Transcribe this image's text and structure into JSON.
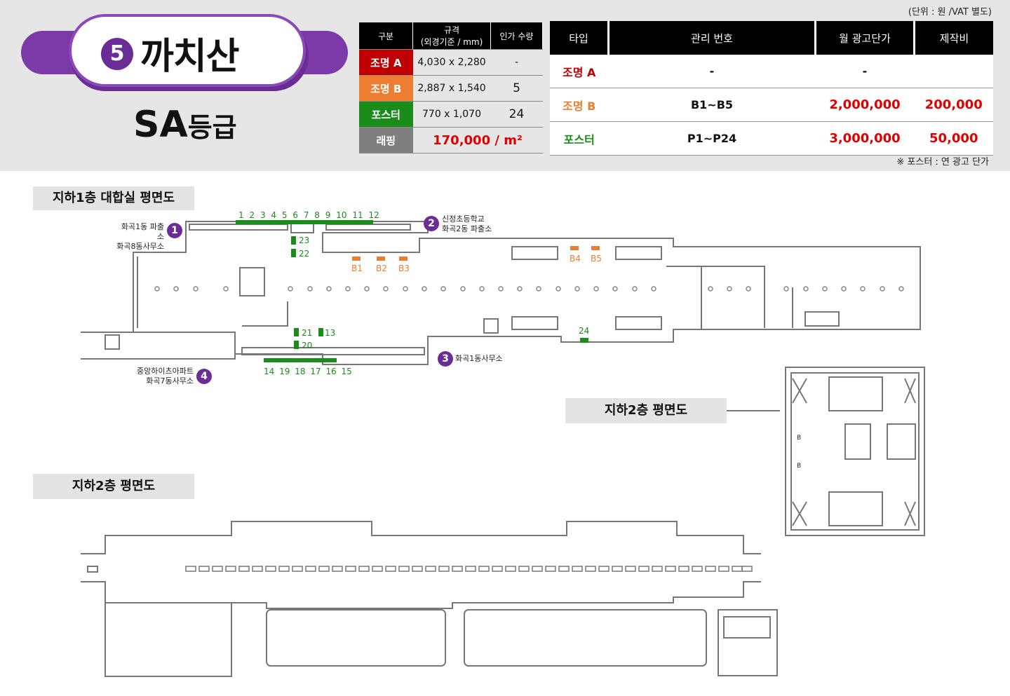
{
  "header": {
    "unit_note": "(단위 : 원 /VAT 별도)",
    "station_number": "5",
    "station_name": "까치산",
    "grade_prefix": "SA",
    "grade_suffix": "등급",
    "foot_note": "※ 포스터 : 연 광고 단가"
  },
  "spec_table": {
    "headers": [
      "구분",
      "규격",
      "(외경기준 / mm)",
      "인가 수량"
    ],
    "rows": [
      {
        "label": "조명 A",
        "size": "4,030 x 2,280",
        "qty": "-",
        "color": "#c00000"
      },
      {
        "label": "조명 B",
        "size": "2,887 x 1,540",
        "qty": "5",
        "color": "#ed7d31"
      },
      {
        "label": "포스터",
        "size": "770 x 1,070",
        "qty": "24",
        "color": "#1a8c1a"
      }
    ],
    "wrapping": {
      "label": "래핑",
      "price": "170,000 / m²",
      "color": "#7f7f7f"
    }
  },
  "price_table": {
    "headers": [
      "타입",
      "관리 번호",
      "월 광고단가",
      "제작비"
    ],
    "rows": [
      {
        "type": "조명 A",
        "code": "-",
        "monthly": "-",
        "production": "",
        "color": "#c00000"
      },
      {
        "type": "조명 B",
        "code": "B1~B5",
        "monthly": "2,000,000",
        "production": "200,000",
        "color": "#ed7d31"
      },
      {
        "type": "포스터",
        "code": "P1~P24",
        "monthly": "3,000,000",
        "production": "50,000",
        "color": "#1a8c1a"
      }
    ]
  },
  "plans": {
    "b1_title": "지하1층 대합실 평면도",
    "b2_title_small": "지하2층 평면도",
    "b2_title_large": "지하2층 평면도",
    "exits": [
      {
        "num": "1",
        "line1": "화곡1동 파출소",
        "line2": "화곡8동사무소"
      },
      {
        "num": "2",
        "line1": "신정초등학교",
        "line2": "화곡2동 파출소"
      },
      {
        "num": "3",
        "line1": "화곡1동사무소",
        "line2": ""
      },
      {
        "num": "4",
        "line1": "중앙하이츠아파트",
        "line2": "화곡7동사무소"
      }
    ],
    "poster_top": [
      "1",
      "2",
      "3",
      "4",
      "5",
      "6",
      "7",
      "8",
      "9",
      "10",
      "11",
      "12"
    ],
    "poster_bottom": [
      "14",
      "19",
      "18",
      "17",
      "16",
      "15"
    ],
    "poster_misc": [
      "23",
      "22",
      "21",
      "20",
      "13",
      "24"
    ],
    "light_b": [
      "B1",
      "B2",
      "B3",
      "B4",
      "B5"
    ],
    "b2_marks": [
      "B",
      "B"
    ]
  },
  "colors": {
    "green": "#1a8c1a",
    "orange": "#ed7d31",
    "purple": "#6a2d96"
  }
}
